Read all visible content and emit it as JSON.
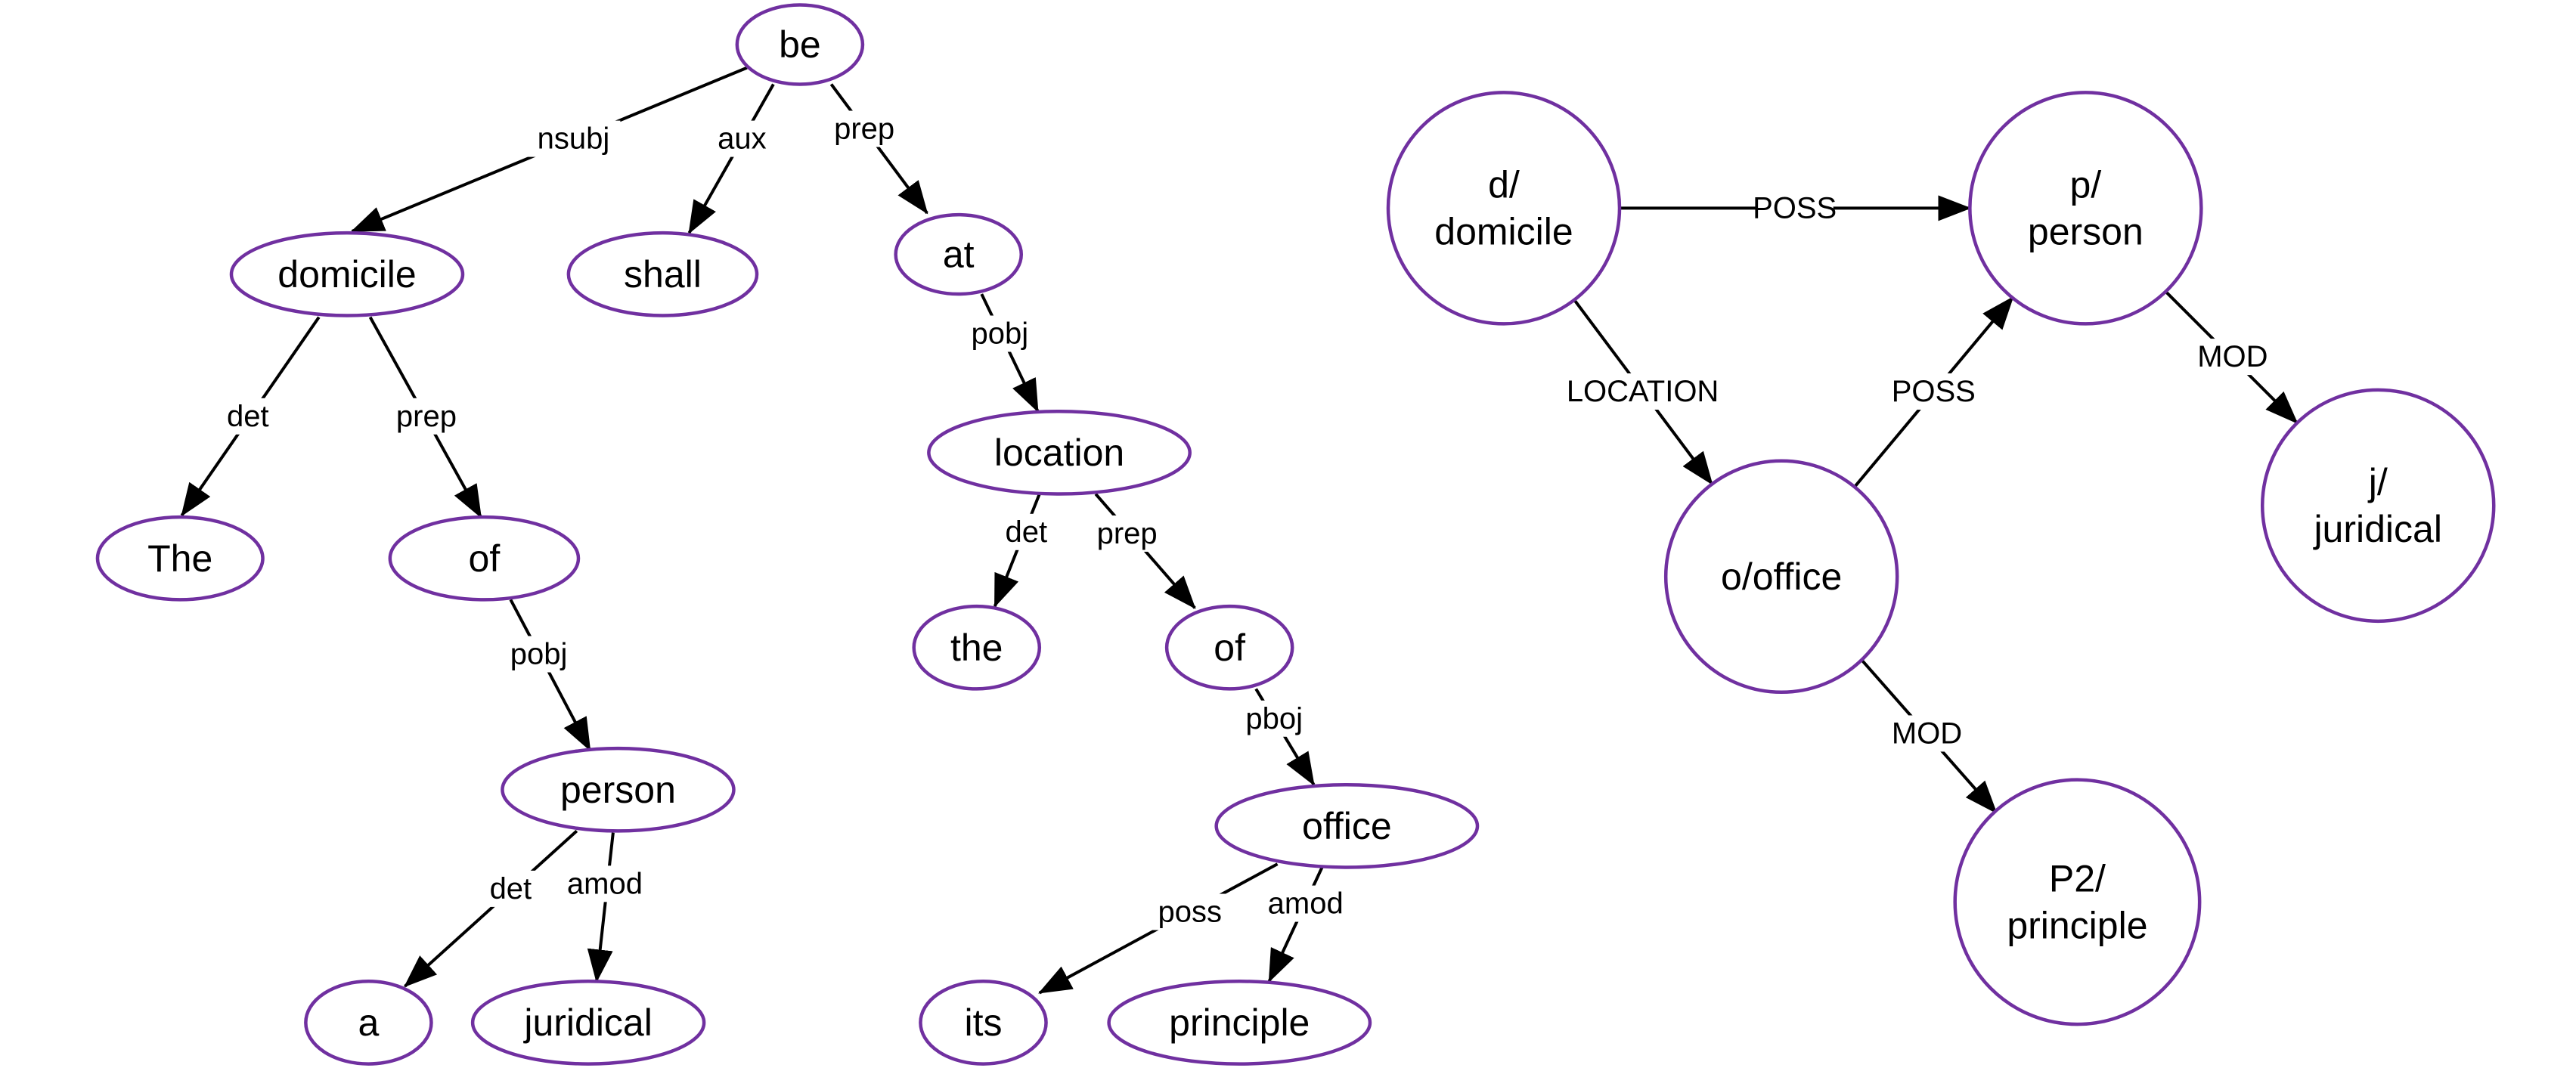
{
  "colors": {
    "node_stroke": "#7030a0",
    "edge": "#000000",
    "background": "#ffffff"
  },
  "dependency_tree": {
    "nodes": [
      {
        "id": "be",
        "label": "be"
      },
      {
        "id": "domicile",
        "label": "domicile"
      },
      {
        "id": "shall",
        "label": "shall"
      },
      {
        "id": "at",
        "label": "at"
      },
      {
        "id": "The",
        "label": "The"
      },
      {
        "id": "of1",
        "label": "of"
      },
      {
        "id": "person",
        "label": "person"
      },
      {
        "id": "a",
        "label": "a"
      },
      {
        "id": "juridical",
        "label": "juridical"
      },
      {
        "id": "location",
        "label": "location"
      },
      {
        "id": "the",
        "label": "the"
      },
      {
        "id": "of2",
        "label": "of"
      },
      {
        "id": "office",
        "label": "office"
      },
      {
        "id": "its",
        "label": "its"
      },
      {
        "id": "principle",
        "label": "principle"
      }
    ],
    "edges": [
      {
        "from": "be",
        "to": "domicile",
        "label": "nsubj"
      },
      {
        "from": "be",
        "to": "shall",
        "label": "aux"
      },
      {
        "from": "be",
        "to": "at",
        "label": "prep"
      },
      {
        "from": "domicile",
        "to": "The",
        "label": "det"
      },
      {
        "from": "domicile",
        "to": "of1",
        "label": "prep"
      },
      {
        "from": "of1",
        "to": "person",
        "label": "pobj"
      },
      {
        "from": "person",
        "to": "a",
        "label": "det"
      },
      {
        "from": "person",
        "to": "juridical",
        "label": "amod"
      },
      {
        "from": "at",
        "to": "location",
        "label": "pobj"
      },
      {
        "from": "location",
        "to": "the",
        "label": "det"
      },
      {
        "from": "location",
        "to": "of2",
        "label": "prep"
      },
      {
        "from": "of2",
        "to": "office",
        "label": "pboj"
      },
      {
        "from": "office",
        "to": "its",
        "label": "poss"
      },
      {
        "from": "office",
        "to": "principle",
        "label": "amod"
      }
    ]
  },
  "semantic_graph": {
    "nodes": [
      {
        "id": "d",
        "lines": [
          "d/",
          "domicile"
        ]
      },
      {
        "id": "p",
        "lines": [
          "p/",
          "person"
        ]
      },
      {
        "id": "o",
        "lines": [
          "o/office"
        ]
      },
      {
        "id": "j",
        "lines": [
          "j/",
          "juridical"
        ]
      },
      {
        "id": "P2",
        "lines": [
          "P2/",
          "principle"
        ]
      }
    ],
    "edges": [
      {
        "from": "d",
        "to": "p",
        "label": "POSS"
      },
      {
        "from": "d",
        "to": "o",
        "label": "LOCATION"
      },
      {
        "from": "o",
        "to": "p",
        "label": "POSS"
      },
      {
        "from": "p",
        "to": "j",
        "label": "MOD"
      },
      {
        "from": "o",
        "to": "P2",
        "label": "MOD"
      }
    ]
  }
}
